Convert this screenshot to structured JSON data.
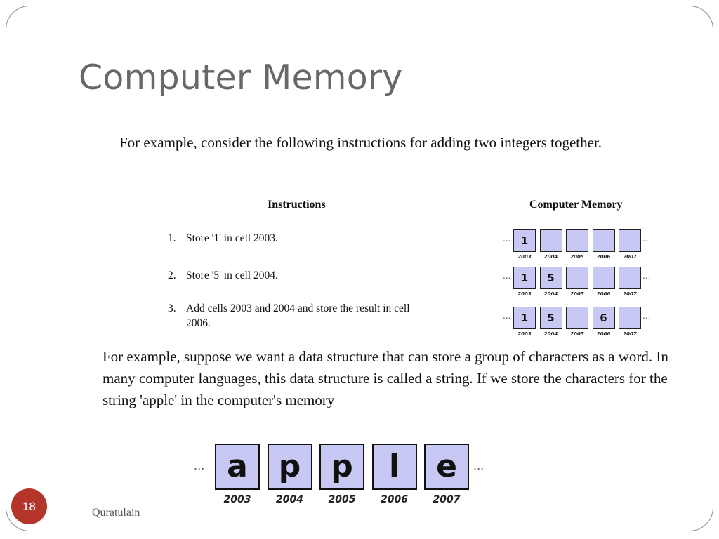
{
  "slide": {
    "title": "Computer Memory",
    "intro": "For example, consider the following instructions for adding two integers together.",
    "paragraph": "For example, suppose we want a data structure that can store a group of characters as a word. In many computer languages, this data structure is called a string. If we store the characters for the string 'apple' in the computer's memory",
    "page_number": "18",
    "author": "Quratulain"
  },
  "figure": {
    "instructions_header": "Instructions",
    "memory_header": "Computer Memory",
    "ellipsis": "...",
    "instructions": [
      {
        "num": "1.",
        "text": "Store '1' in cell 2003."
      },
      {
        "num": "2.",
        "text": "Store '5' in cell 2004."
      },
      {
        "num": "3.",
        "text": "Add cells 2003 and 2004 and store the result in cell 2006."
      }
    ],
    "addresses": [
      "2003",
      "2004",
      "2005",
      "2006",
      "2007"
    ],
    "memory_rows": [
      [
        "1",
        "",
        "",
        "",
        ""
      ],
      [
        "1",
        "5",
        "",
        "",
        ""
      ],
      [
        "1",
        "5",
        "",
        "6",
        ""
      ]
    ]
  },
  "string_figure": {
    "ellipsis": "...",
    "chars": [
      "a",
      "p",
      "p",
      "l",
      "e"
    ],
    "addresses": [
      "2003",
      "2004",
      "2005",
      "2006",
      "2007"
    ]
  },
  "colors": {
    "cell_fill": "#c8c8f4",
    "badge": "#b5342a",
    "title": "#6b6766"
  }
}
